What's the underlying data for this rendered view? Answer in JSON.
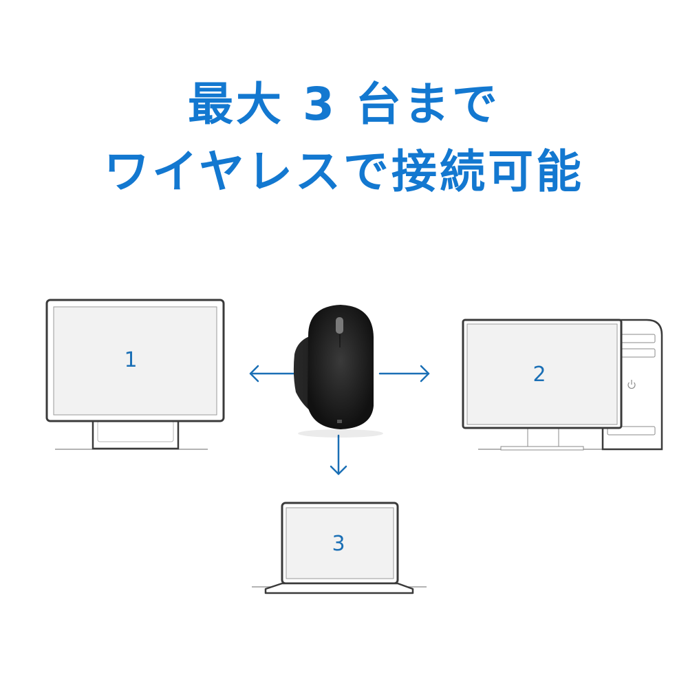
{
  "headline": {
    "line1": "最大 3 台まで",
    "line2": "ワイヤレスで接続可能",
    "color": "#1378d0"
  },
  "devices": [
    {
      "id": "monitor-1",
      "type": "all-in-one-display",
      "label": "1"
    },
    {
      "id": "desktop-2",
      "type": "desktop-pc-with-monitor",
      "label": "2"
    },
    {
      "id": "laptop-3",
      "type": "laptop",
      "label": "3"
    }
  ],
  "center_device": {
    "type": "mouse",
    "color": "#1c1c1c"
  },
  "arrows": {
    "directions": [
      "left",
      "right",
      "down"
    ],
    "color": "#1a6fb5"
  },
  "colors": {
    "outline": "#3a3a3a",
    "screen": "#f2f2f2",
    "ground_line": "#9a9a9a"
  }
}
